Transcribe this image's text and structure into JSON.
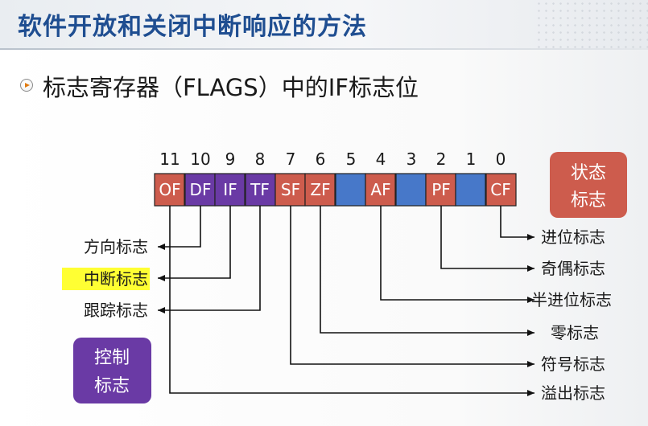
{
  "title": "软件开放和关闭中断响应的方法",
  "subtitle": "标志寄存器（FLAGS）中的IF标志位",
  "bullet_icon": "play-circle-icon",
  "colors": {
    "title": "#1f4e91",
    "status_flag": "#cd5c4d",
    "control_flag": "#6a3aa5",
    "reserved_bit": "#4778c9",
    "highlight": "#ffff33"
  },
  "register": {
    "bits": [
      {
        "num": "11",
        "label": "OF",
        "kind": "status"
      },
      {
        "num": "10",
        "label": "DF",
        "kind": "control"
      },
      {
        "num": "9",
        "label": "IF",
        "kind": "control"
      },
      {
        "num": "8",
        "label": "TF",
        "kind": "control"
      },
      {
        "num": "7",
        "label": "SF",
        "kind": "status"
      },
      {
        "num": "6",
        "label": "ZF",
        "kind": "status"
      },
      {
        "num": "5",
        "label": "",
        "kind": "reserved"
      },
      {
        "num": "4",
        "label": "AF",
        "kind": "status"
      },
      {
        "num": "3",
        "label": "",
        "kind": "reserved"
      },
      {
        "num": "2",
        "label": "PF",
        "kind": "status"
      },
      {
        "num": "1",
        "label": "",
        "kind": "reserved"
      },
      {
        "num": "0",
        "label": "CF",
        "kind": "status"
      }
    ]
  },
  "status_badge": [
    "状态",
    "标志"
  ],
  "control_badge": [
    "控制",
    "标志"
  ],
  "left_labels": [
    {
      "text": "方向标志",
      "highlight": false
    },
    {
      "text": "中断标志",
      "highlight": true
    },
    {
      "text": "跟踪标志",
      "highlight": false
    }
  ],
  "right_labels": [
    "进位标志",
    "奇偶标志",
    "半进位标志",
    "零标志",
    "符号标志",
    "溢出标志"
  ]
}
